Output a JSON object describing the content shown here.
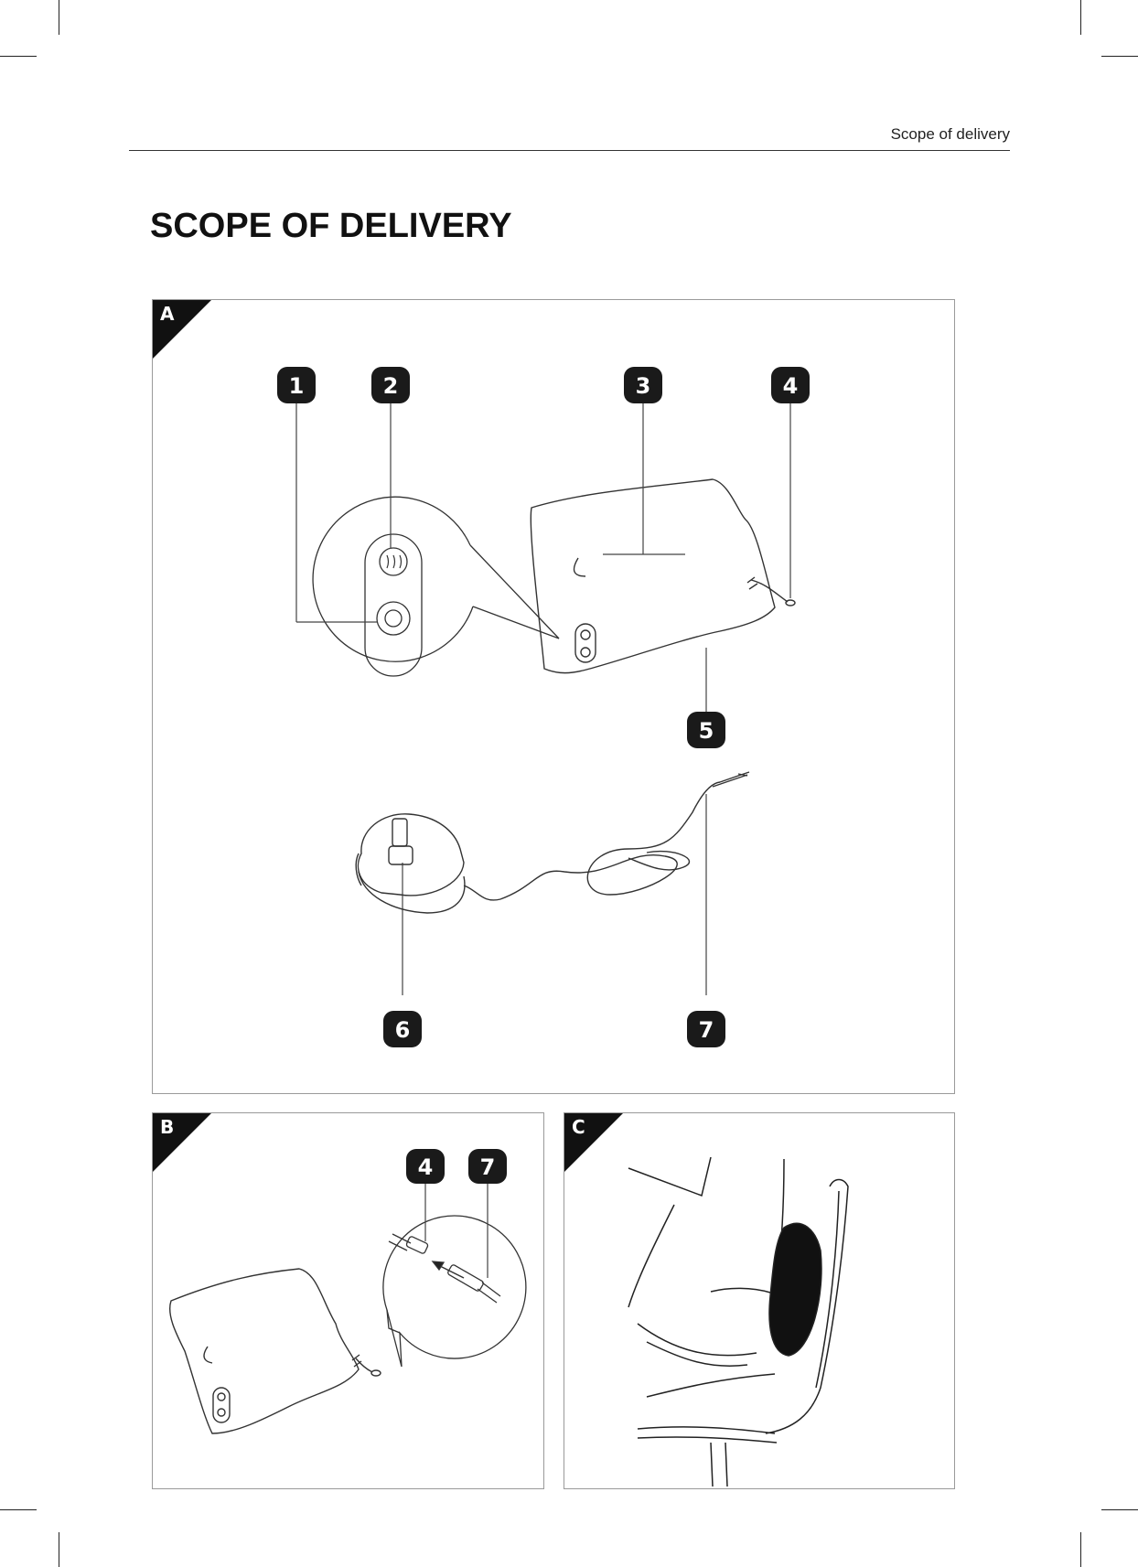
{
  "header": {
    "section": "Scope of delivery"
  },
  "page_title": "SCOPE OF DELIVERY",
  "figures": [
    {
      "label": "A",
      "callouts": [
        "1",
        "2",
        "3",
        "4",
        "5",
        "6",
        "7"
      ]
    },
    {
      "label": "B",
      "callouts": [
        "4",
        "7"
      ]
    },
    {
      "label": "C",
      "callouts": []
    }
  ]
}
